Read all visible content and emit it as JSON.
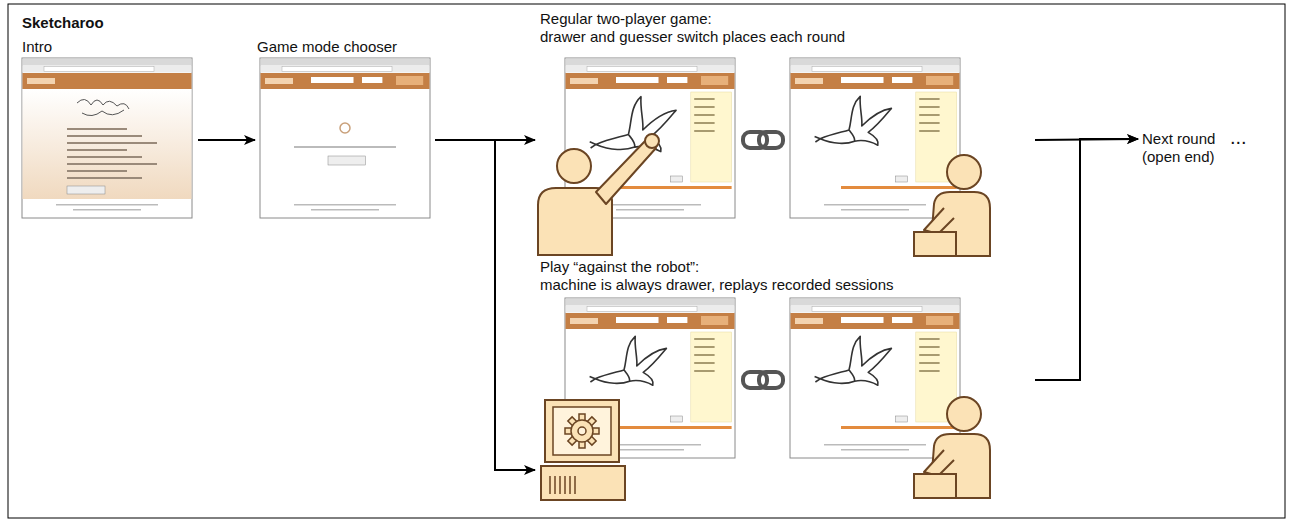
{
  "diagram": {
    "title": "Sketcharoo",
    "nodes": [
      {
        "text": [
          "Intro"
        ]
      },
      {
        "text": [
          "Game mode chooser"
        ]
      },
      {
        "text": [
          "Regular two-player game:",
          "drawer and guesser switch places each round"
        ]
      },
      {
        "text": [
          "Play “against the robot”:",
          "machine is always drawer, replays recorded sessions"
        ]
      },
      {
        "text": [
          "Next round (open end)"
        ]
      }
    ],
    "edges": [
      {
        "from": 0,
        "to": 1,
        "arrow": "to"
      },
      {
        "from": 1,
        "to": 2,
        "arrow": "to"
      },
      {
        "from": 1,
        "to": 3,
        "arrow": "to"
      },
      {
        "from": 2,
        "to": 4,
        "arrow": "to"
      },
      {
        "from": 3,
        "to": 4,
        "arrow": "to"
      }
    ],
    "labels": [
      "..."
    ]
  }
}
